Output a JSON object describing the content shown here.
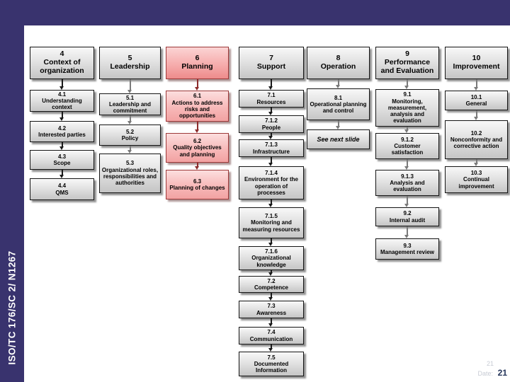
{
  "slide": {
    "sidebar_label": "ISO/TC 176/SC 2/ N1267",
    "footer": {
      "slide_number_top": "21",
      "date_label": "Date:",
      "slide_number": "21"
    },
    "colors": {
      "frame_navy": "#39336e",
      "box_gray_top": "#f8f8f8",
      "box_gray_bottom": "#c5c5c5",
      "box_border": "#141414",
      "pink_top": "#fbd4d4",
      "pink_bottom": "#ee8b8b",
      "pink_border": "#9c3838",
      "arrow_black": "#1a1a1a",
      "arrow_gray": "#7a7a7a",
      "arrow_red": "#8d2c2c"
    }
  },
  "diagram": {
    "columns": [
      {
        "header": {
          "num": "4",
          "label": "Context of organization"
        },
        "boxes": [
          {
            "num": "4.1",
            "label": "Understanding context"
          },
          {
            "num": "4.2",
            "label": "Interested parties"
          },
          {
            "num": "4.3",
            "label": "Scope"
          },
          {
            "num": "4.4",
            "label": "QMS"
          }
        ]
      },
      {
        "header": {
          "num": "5",
          "label": "Leadership"
        },
        "boxes": [
          {
            "num": "5.1",
            "label": "Leadership and commitment"
          },
          {
            "num": "5.2",
            "label": "Policy"
          },
          {
            "num": "5.3",
            "label": "Organizational roles, responsibilities and authorities"
          }
        ]
      },
      {
        "header": {
          "num": "6",
          "label": "Planning"
        },
        "boxes": [
          {
            "num": "6.1",
            "label": "Actions to address risks and opportunities"
          },
          {
            "num": "6.2",
            "label": "Quality objectives and planning"
          },
          {
            "num": "6.3",
            "label": "Planning of changes"
          }
        ]
      },
      {
        "header": {
          "num": "7",
          "label": "Support"
        },
        "boxes": [
          {
            "num": "7.1",
            "label": "Resources"
          },
          {
            "num": "7.1.2",
            "label": "People"
          },
          {
            "num": "7.1.3",
            "label": "Infrastructure"
          },
          {
            "num": "7.1.4",
            "label": "Environment for the operation of processes"
          },
          {
            "num": "7.1.5",
            "label": "Monitoring and measuring resources"
          },
          {
            "num": "7.1.6",
            "label": "Organizational knowledge"
          },
          {
            "num": "7.2",
            "label": "Competence"
          },
          {
            "num": "7.3",
            "label": "Awareness"
          },
          {
            "num": "7.4",
            "label": "Communication"
          },
          {
            "num": "7.5",
            "label": "Documented Information"
          }
        ]
      },
      {
        "header": {
          "num": "8",
          "label": "Operation"
        },
        "boxes": [
          {
            "num": "8.1",
            "label": "Operational planning and control"
          },
          {
            "num": "",
            "label": "See next slide"
          }
        ]
      },
      {
        "header": {
          "num": "9",
          "label": "Performance and Evaluation"
        },
        "boxes": [
          {
            "num": "9.1",
            "label": "Monitoring, measurement, analysis and evaluation"
          },
          {
            "num": "9.1.2",
            "label": "Customer satisfaction"
          },
          {
            "num": "9.1.3",
            "label": "Analysis and evaluation"
          },
          {
            "num": "9.2",
            "label": "Internal audit"
          },
          {
            "num": "9.3",
            "label": "Management review"
          }
        ]
      },
      {
        "header": {
          "num": "10",
          "label": "Improvement"
        },
        "boxes": [
          {
            "num": "10.1",
            "label": "General"
          },
          {
            "num": "10.2",
            "label": "Nonconformity and corrective action"
          },
          {
            "num": "10.3",
            "label": "Continual improvement"
          }
        ]
      }
    ]
  }
}
